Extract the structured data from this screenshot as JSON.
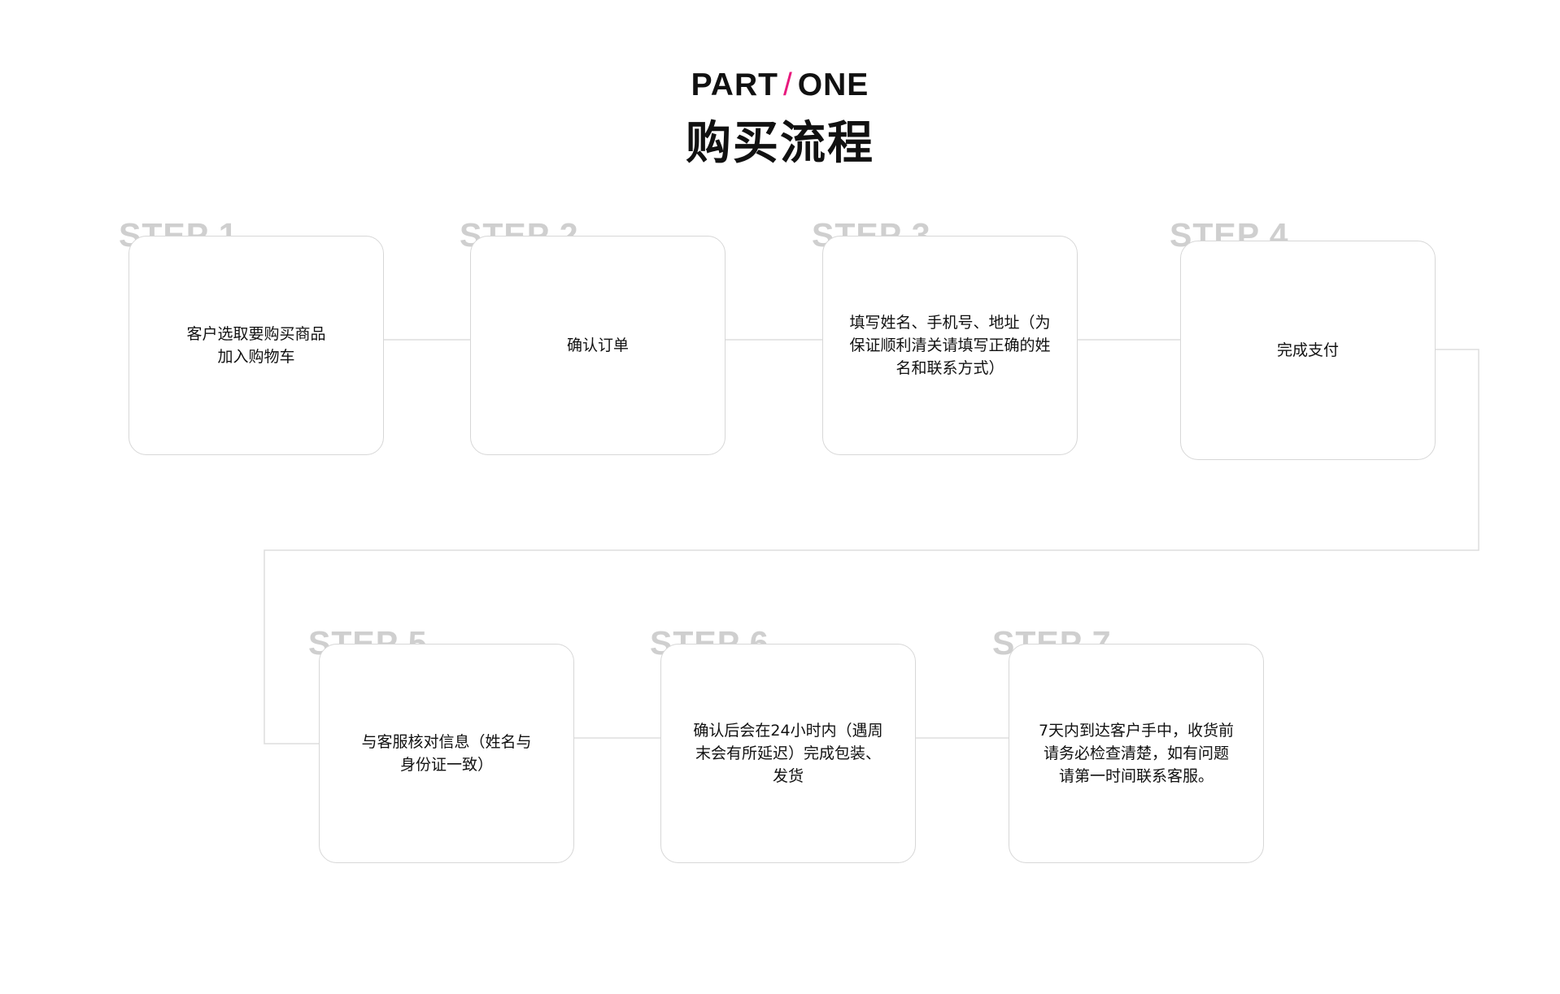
{
  "header": {
    "part_left": "PART",
    "part_slash": "/",
    "part_right": "ONE",
    "title": "购买流程",
    "accent_color": "#e8197d"
  },
  "steps": [
    {
      "label": "STEP 1",
      "text": "客户选取要购买商品\n加入购物车"
    },
    {
      "label": "STEP 2",
      "text": "确认订单"
    },
    {
      "label": "STEP 3",
      "text": "填写姓名、手机号、地址（为\n保证顺利清关请填写正确的姓\n名和联系方式）"
    },
    {
      "label": "STEP 4",
      "text": "完成支付"
    },
    {
      "label": "STEP 5",
      "text": "与客服核对信息（姓名与\n身份证一致）"
    },
    {
      "label": "STEP 6",
      "text": "确认后会在24小时内（遇周\n末会有所延迟）完成包装、\n发货"
    },
    {
      "label": "STEP 7",
      "text": "7天内到达客户手中，收货前\n请务必检查清楚，如有问题\n请第一时间联系客服。"
    }
  ]
}
